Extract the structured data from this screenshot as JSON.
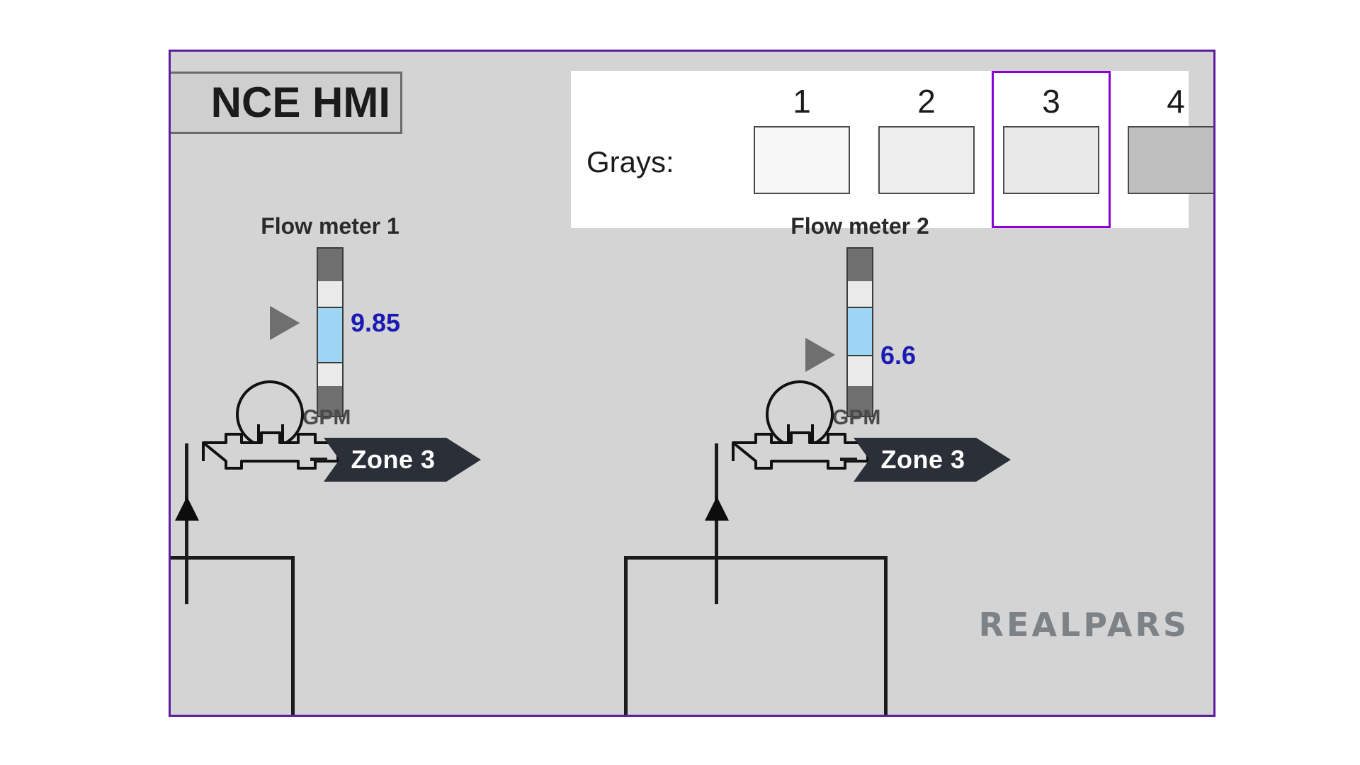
{
  "window": {
    "border_color": "#5b1f9e",
    "canvas_color": "#d4d4d4"
  },
  "title": {
    "text": "NCE HMI",
    "note_truncated": true
  },
  "grays_panel": {
    "label": "Grays:",
    "background": "#ffffff",
    "selected_index": 3,
    "selection_color": "#8a00d4",
    "swatches": [
      {
        "number": "1",
        "color": "#f7f7f7"
      },
      {
        "number": "2",
        "color": "#ededed"
      },
      {
        "number": "3",
        "color": "#e9e9e9"
      },
      {
        "number": "4",
        "color": "#bfbfbf"
      }
    ]
  },
  "stations": [
    {
      "id": "station-1",
      "meter_title": "Flow meter 1",
      "value": "9.85",
      "unit": "GPM",
      "value_color": "#1a1ab4",
      "fill_color": "#9ed5f5",
      "zone_label": "Zone 3"
    },
    {
      "id": "station-2",
      "meter_title": "Flow meter 2",
      "value": "6.6",
      "unit": "GPM",
      "value_color": "#1a1ab4",
      "fill_color": "#9ed5f5",
      "zone_label": "Zone 3"
    }
  ],
  "logo": {
    "text": "REALPARS",
    "color": "#7d8287"
  }
}
